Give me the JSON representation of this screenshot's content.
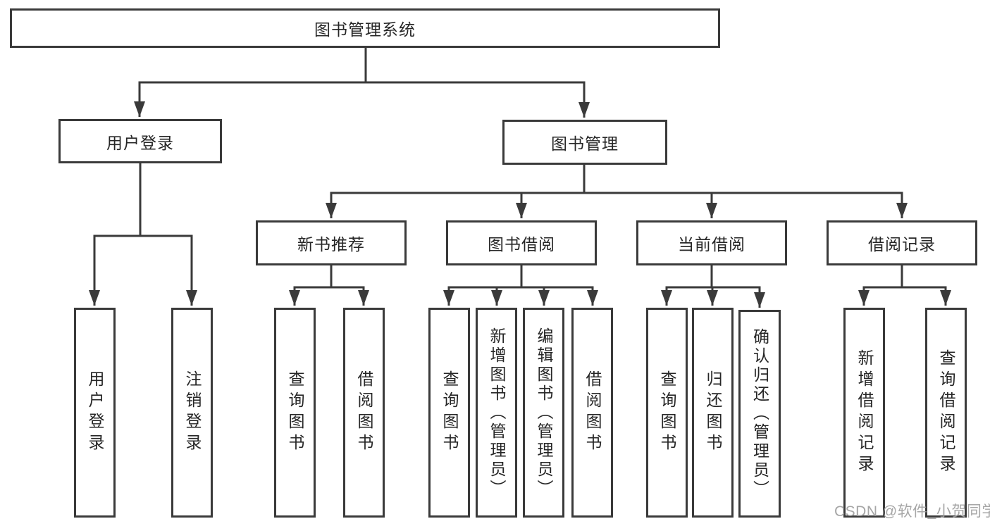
{
  "page": {
    "background": "#ffffff",
    "line_color": "#3a3a3a",
    "text_color": "#262626",
    "watermark_color": "#9e9e9e"
  },
  "diagram": {
    "root": {
      "label": "图书管理系统"
    },
    "level2": {
      "login": {
        "label": "用户登录"
      },
      "management": {
        "label": "图书管理"
      }
    },
    "level3": {
      "recommend": {
        "label": "新书推荐"
      },
      "borrow": {
        "label": "图书借阅"
      },
      "current": {
        "label": "当前借阅"
      },
      "records": {
        "label": "借阅记录"
      }
    },
    "leaves": {
      "login": [
        {
          "label": "用户登录"
        },
        {
          "label": "注销登录"
        }
      ],
      "recommend": [
        {
          "label": "查询图书"
        },
        {
          "label": "借阅图书"
        }
      ],
      "borrow": [
        {
          "label": "查询图书"
        },
        {
          "label": "新增图书（管理员）"
        },
        {
          "label": "编辑图书（管理员）"
        },
        {
          "label": "借阅图书"
        }
      ],
      "current": [
        {
          "label": "查询图书"
        },
        {
          "label": "归还图书"
        },
        {
          "label": "确认归还（管理员）"
        }
      ],
      "records": [
        {
          "label": "新增借阅记录"
        },
        {
          "label": "查询借阅记录"
        }
      ]
    }
  },
  "watermark": {
    "text": "CSDN @软件_小贺同学"
  }
}
